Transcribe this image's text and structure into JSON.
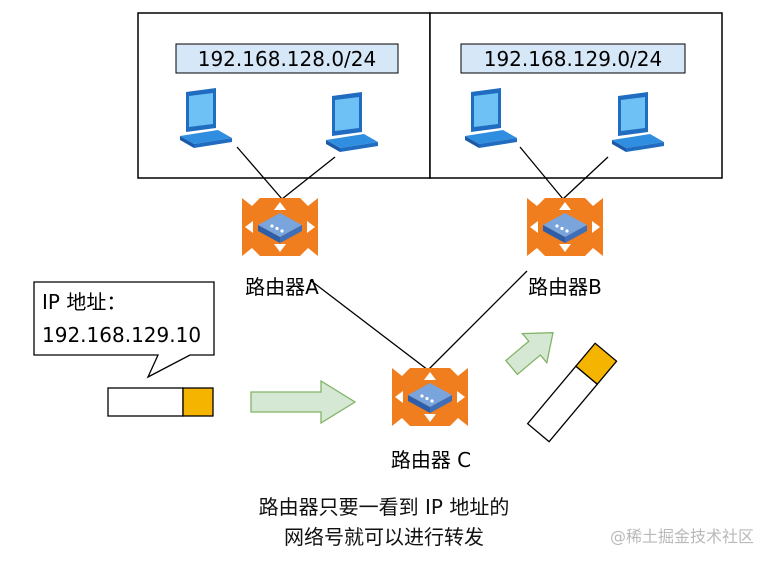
{
  "subnets": [
    {
      "label": "192.168.128.0/24"
    },
    {
      "label": "192.168.129.0/24"
    }
  ],
  "routers": [
    {
      "label": "路由器A"
    },
    {
      "label": "路由器B"
    },
    {
      "label": "路由器 C"
    }
  ],
  "packet_callout": {
    "line1": "IP 地址：",
    "line2": "192.168.129.10"
  },
  "caption": {
    "line1": "路由器只要一看到 IP 地址的",
    "line2": "网络号就可以进行转发"
  },
  "watermark": "@稀土掘金技术社区",
  "icons": {
    "host": "laptop-icon",
    "router": "router-icon",
    "packet": "packet-icon",
    "flow": "arrow-icon"
  },
  "colors": {
    "router_orange": "#f07d1e",
    "router_device_blue": "#3f6fb8",
    "laptop_blue": "#2f8ee0",
    "label_box_fill": "#d6e7f7",
    "arrow_green_fill": "#d5e8d4",
    "arrow_green_stroke": "#82b366",
    "packet_header": "#f5b400"
  }
}
